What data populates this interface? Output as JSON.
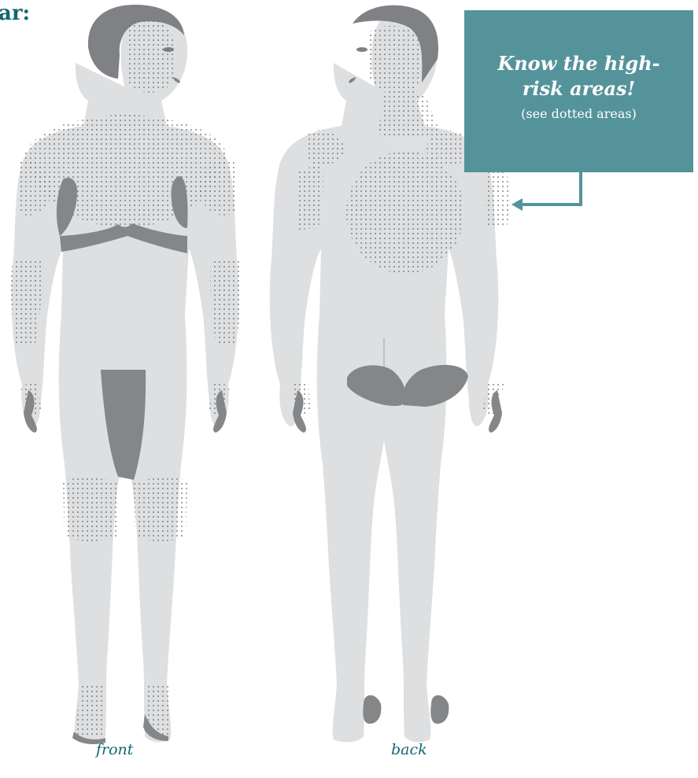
{
  "heading_fragment": "ar:",
  "callout": {
    "title_line1": "Know the high-",
    "title_line2": "risk areas!",
    "subtitle": "(see dotted areas)"
  },
  "labels": {
    "front": "front",
    "back": "back"
  },
  "legend": {
    "dotted_meaning": "high-risk area"
  },
  "colors": {
    "body": "#dedfe0",
    "dark_areas": "#858688",
    "hair": "#808184",
    "dots": "#636466",
    "callout_bg": "#55939a",
    "arrow": "#55939a",
    "accent_text": "#136670"
  }
}
